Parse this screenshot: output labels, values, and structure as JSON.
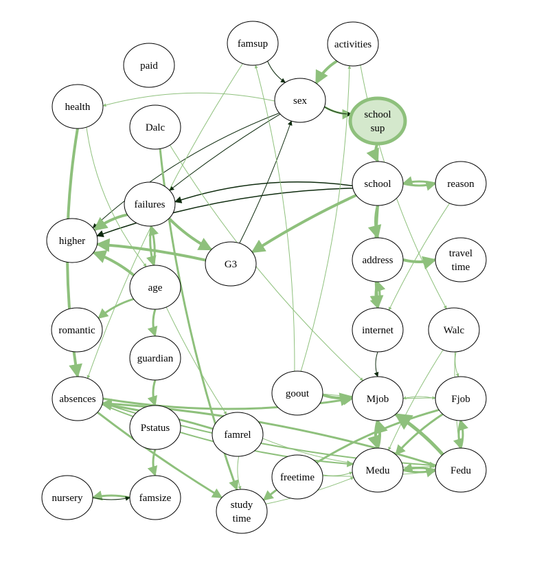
{
  "nodes": [
    {
      "id": "famsup",
      "lines": [
        "famsup"
      ]
    },
    {
      "id": "activities",
      "lines": [
        "activities"
      ]
    },
    {
      "id": "paid",
      "lines": [
        "paid"
      ]
    },
    {
      "id": "health",
      "lines": [
        "health"
      ]
    },
    {
      "id": "sex",
      "lines": [
        "sex"
      ]
    },
    {
      "id": "schoolsup",
      "lines": [
        "school",
        "sup"
      ],
      "highlight": true
    },
    {
      "id": "Dalc",
      "lines": [
        "Dalc"
      ]
    },
    {
      "id": "school",
      "lines": [
        "school"
      ]
    },
    {
      "id": "reason",
      "lines": [
        "reason"
      ]
    },
    {
      "id": "failures",
      "lines": [
        "failures"
      ]
    },
    {
      "id": "higher",
      "lines": [
        "higher"
      ]
    },
    {
      "id": "G3",
      "lines": [
        "G3"
      ]
    },
    {
      "id": "address",
      "lines": [
        "address"
      ]
    },
    {
      "id": "traveltime",
      "lines": [
        "travel",
        "time"
      ]
    },
    {
      "id": "age",
      "lines": [
        "age"
      ]
    },
    {
      "id": "romantic",
      "lines": [
        "romantic"
      ]
    },
    {
      "id": "internet",
      "lines": [
        "internet"
      ]
    },
    {
      "id": "Walc",
      "lines": [
        "Walc"
      ]
    },
    {
      "id": "guardian",
      "lines": [
        "guardian"
      ]
    },
    {
      "id": "absences",
      "lines": [
        "absences"
      ]
    },
    {
      "id": "goout",
      "lines": [
        "goout"
      ]
    },
    {
      "id": "Mjob",
      "lines": [
        "Mjob"
      ]
    },
    {
      "id": "Fjob",
      "lines": [
        "Fjob"
      ]
    },
    {
      "id": "Pstatus",
      "lines": [
        "Pstatus"
      ]
    },
    {
      "id": "famrel",
      "lines": [
        "famrel"
      ]
    },
    {
      "id": "freetime",
      "lines": [
        "freetime"
      ]
    },
    {
      "id": "Medu",
      "lines": [
        "Medu"
      ]
    },
    {
      "id": "Fedu",
      "lines": [
        "Fedu"
      ]
    },
    {
      "id": "nursery",
      "lines": [
        "nursery"
      ]
    },
    {
      "id": "famsize",
      "lines": [
        "famsize"
      ]
    },
    {
      "id": "studytime",
      "lines": [
        "study",
        "time"
      ]
    }
  ],
  "edges": [
    {
      "from": "famsup",
      "to": "sex",
      "style": "black",
      "w": 1
    },
    {
      "from": "activities",
      "to": "sex",
      "style": "green",
      "w": 4
    },
    {
      "from": "sex",
      "to": "schoolsup",
      "style": "green",
      "w": 3
    },
    {
      "from": "sex",
      "to": "schoolsup",
      "style": "black",
      "w": 1
    },
    {
      "from": "schoolsup",
      "to": "school",
      "style": "green",
      "w": 4
    },
    {
      "from": "sex",
      "to": "higher",
      "style": "black",
      "w": 1
    },
    {
      "from": "sex",
      "to": "failures",
      "style": "black",
      "w": 1
    },
    {
      "from": "G3",
      "to": "sex",
      "style": "black",
      "w": 1
    },
    {
      "from": "school",
      "to": "higher",
      "style": "black",
      "w": 1.5
    },
    {
      "from": "school",
      "to": "failures",
      "style": "black",
      "w": 1.5
    },
    {
      "from": "school",
      "to": "G3",
      "style": "green",
      "w": 4
    },
    {
      "from": "school",
      "to": "internet",
      "style": "green",
      "w": 4
    },
    {
      "from": "school",
      "to": "reason",
      "style": "green",
      "w": 3
    },
    {
      "from": "reason",
      "to": "school",
      "style": "green",
      "w": 3
    },
    {
      "from": "school",
      "to": "address",
      "style": "green",
      "w": 4
    },
    {
      "from": "address",
      "to": "traveltime",
      "style": "green",
      "w": 4
    },
    {
      "from": "address",
      "to": "internet",
      "style": "green",
      "w": 3
    },
    {
      "from": "internet",
      "to": "address",
      "style": "green",
      "w": 3
    },
    {
      "from": "failures",
      "to": "higher",
      "style": "green",
      "w": 4
    },
    {
      "from": "failures",
      "to": "G3",
      "style": "green",
      "w": 4
    },
    {
      "from": "failures",
      "to": "age",
      "style": "green",
      "w": 3
    },
    {
      "from": "age",
      "to": "failures",
      "style": "green",
      "w": 3
    },
    {
      "from": "G3",
      "to": "higher",
      "style": "green",
      "w": 4
    },
    {
      "from": "age",
      "to": "higher",
      "style": "green",
      "w": 4
    },
    {
      "from": "age",
      "to": "romantic",
      "style": "green",
      "w": 3
    },
    {
      "from": "age",
      "to": "guardian",
      "style": "green",
      "w": 3
    },
    {
      "from": "guardian",
      "to": "Pstatus",
      "style": "green",
      "w": 3
    },
    {
      "from": "Pstatus",
      "to": "famsize",
      "style": "green",
      "w": 3
    },
    {
      "from": "famsize",
      "to": "nursery",
      "style": "green",
      "w": 3
    },
    {
      "from": "nursery",
      "to": "famsize",
      "style": "black",
      "w": 1
    },
    {
      "from": "internet",
      "to": "Mjob",
      "style": "black",
      "w": 1
    },
    {
      "from": "goout",
      "to": "Mjob",
      "style": "green",
      "w": 4
    },
    {
      "from": "Mjob",
      "to": "Medu",
      "style": "green",
      "w": 4
    },
    {
      "from": "Medu",
      "to": "Mjob",
      "style": "green",
      "w": 4
    },
    {
      "from": "Medu",
      "to": "Fedu",
      "style": "green",
      "w": 3
    },
    {
      "from": "Fedu",
      "to": "Medu",
      "style": "green",
      "w": 3
    },
    {
      "from": "Fedu",
      "to": "Fjob",
      "style": "green",
      "w": 3
    },
    {
      "from": "Fjob",
      "to": "Fedu",
      "style": "green",
      "w": 3
    },
    {
      "from": "Fedu",
      "to": "Mjob",
      "style": "green",
      "w": 5
    },
    {
      "from": "Fjob",
      "to": "Medu",
      "style": "green",
      "w": 3
    },
    {
      "from": "Fjob",
      "to": "Mjob",
      "style": "green",
      "w": 1
    },
    {
      "from": "Walc",
      "to": "Fjob",
      "style": "green",
      "w": 1
    },
    {
      "from": "Walc",
      "to": "Medu",
      "style": "green",
      "w": 1
    },
    {
      "from": "Dalc",
      "to": "Mjob",
      "style": "green",
      "w": 1
    },
    {
      "from": "famrel",
      "to": "studytime",
      "style": "green",
      "w": 1
    },
    {
      "from": "famrel",
      "to": "absences",
      "style": "green",
      "w": 3
    },
    {
      "from": "goout",
      "to": "famsup",
      "style": "green",
      "w": 1
    },
    {
      "from": "goout",
      "to": "activities",
      "style": "green",
      "w": 1
    },
    {
      "from": "sex",
      "to": "health",
      "style": "green",
      "w": 1
    },
    {
      "from": "activities",
      "to": "Walc",
      "style": "green",
      "w": 1
    },
    {
      "from": "absences",
      "to": "Mjob",
      "style": "green",
      "w": 3
    },
    {
      "from": "absences",
      "to": "Medu",
      "style": "green",
      "w": 2
    },
    {
      "from": "absences",
      "to": "studytime",
      "style": "green",
      "w": 3
    },
    {
      "from": "absences",
      "to": "Fedu",
      "style": "green",
      "w": 2
    },
    {
      "from": "health",
      "to": "absences",
      "style": "green",
      "w": 4
    },
    {
      "from": "Dalc",
      "to": "studytime",
      "style": "green",
      "w": 3
    },
    {
      "from": "famsup",
      "to": "absences",
      "style": "green",
      "w": 1
    },
    {
      "from": "studytime",
      "to": "Medu",
      "style": "green",
      "w": 1
    },
    {
      "from": "freetime",
      "to": "Fedu",
      "style": "green",
      "w": 1
    },
    {
      "from": "freetime",
      "to": "Medu",
      "style": "green",
      "w": 1
    },
    {
      "from": "goout",
      "to": "Fjob",
      "style": "green",
      "w": 1
    },
    {
      "from": "famrel",
      "to": "Fedu",
      "style": "green",
      "w": 1
    },
    {
      "from": "age",
      "to": "famrel",
      "style": "green",
      "w": 1
    },
    {
      "from": "Fedu",
      "to": "absences",
      "style": "green",
      "w": 3
    },
    {
      "from": "Fjob",
      "to": "studytime",
      "style": "green",
      "w": 3
    },
    {
      "from": "Walc",
      "to": "Fedu",
      "style": "green",
      "w": 1
    },
    {
      "from": "reason",
      "to": "internet",
      "style": "green",
      "w": 1
    },
    {
      "from": "health",
      "to": "age",
      "style": "green",
      "w": 1
    }
  ],
  "colors": {
    "green": "#8ec07c",
    "black": "#0d2a0d",
    "highlight_fill": "#d4e8cc",
    "node_stroke": "#000000"
  }
}
